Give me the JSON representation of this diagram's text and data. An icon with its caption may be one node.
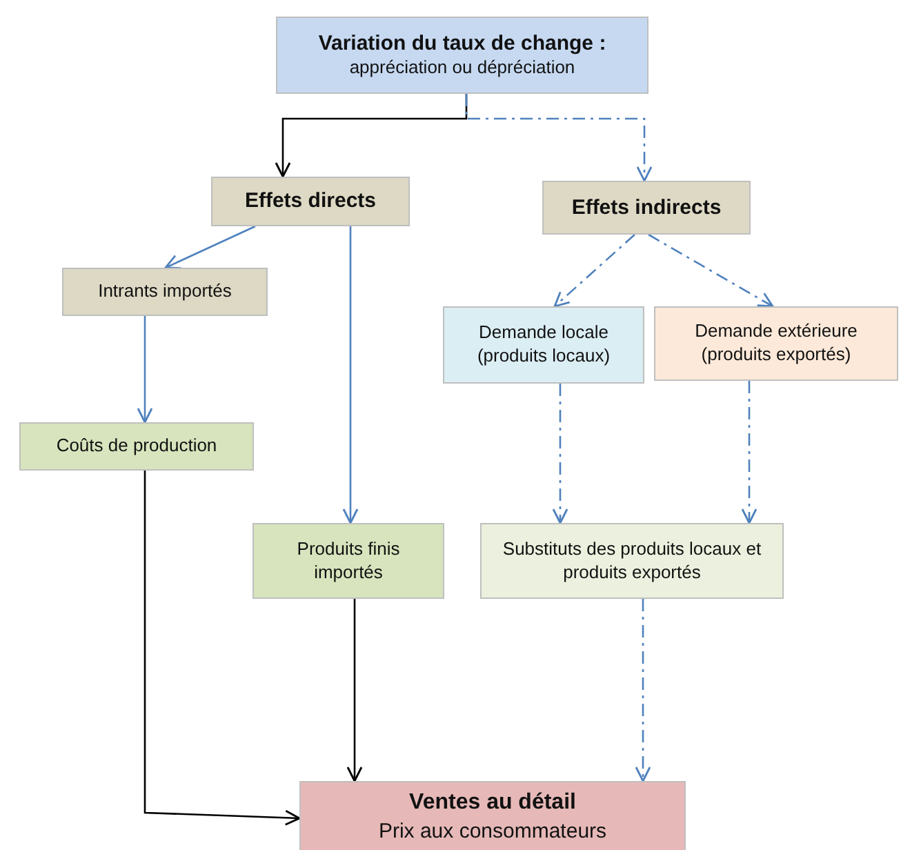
{
  "diagram": {
    "nodes": [
      {
        "text": [
          "Variation du taux de change :",
          "appréciation ou dépréciation"
        ]
      },
      {
        "text": [
          "Effets directs"
        ]
      },
      {
        "text": [
          "Effets indirects"
        ]
      },
      {
        "text": [
          "Intrants importés"
        ]
      },
      {
        "text": [
          "Demande locale (produits locaux)"
        ]
      },
      {
        "text": [
          "Demande extérieure (produits exportés)"
        ]
      },
      {
        "text": [
          "Coûts de production"
        ]
      },
      {
        "text": [
          "Produits finis importés"
        ]
      },
      {
        "text": [
          "Substituts des produits locaux et produits exportés"
        ]
      },
      {
        "text": [
          "Ventes au détail",
          "Prix aux consommateurs"
        ]
      }
    ],
    "edges": [
      {
        "from": 0,
        "to": 1,
        "arrow": "to",
        "color": "#000000"
      },
      {
        "from": 0,
        "to": 2,
        "arrow": "to",
        "style": "dashed"
      },
      {
        "from": 1,
        "to": 3,
        "arrow": "to"
      },
      {
        "from": 1,
        "to": 7,
        "arrow": "to"
      },
      {
        "from": 2,
        "to": 4,
        "arrow": "to",
        "style": "dashed"
      },
      {
        "from": 2,
        "to": 5,
        "arrow": "to",
        "style": "dashed"
      },
      {
        "from": 3,
        "to": 6,
        "arrow": "to"
      },
      {
        "from": 4,
        "to": 8,
        "arrow": "to",
        "style": "dashed"
      },
      {
        "from": 5,
        "to": 8,
        "arrow": "to",
        "style": "dashed"
      },
      {
        "from": 6,
        "to": 9,
        "arrow": "to",
        "color": "#000000"
      },
      {
        "from": 7,
        "to": 9,
        "arrow": "to",
        "color": "#000000"
      },
      {
        "from": 8,
        "to": 9,
        "arrow": "to",
        "style": "dashed"
      }
    ]
  }
}
